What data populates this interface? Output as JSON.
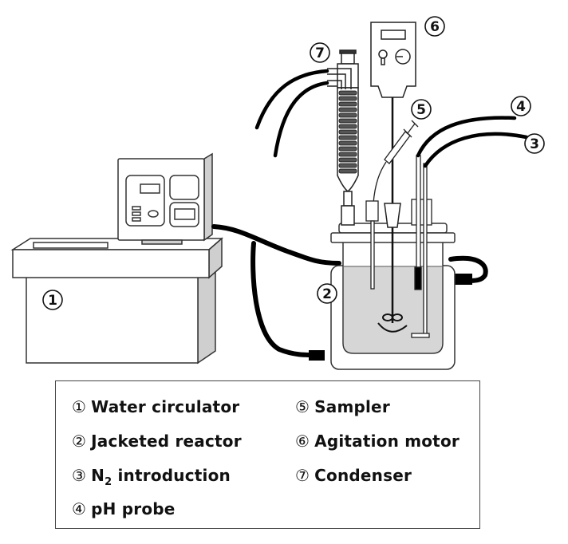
{
  "diagram": {
    "title": "",
    "callouts": {
      "c1": "1",
      "c2": "2",
      "c3": "3",
      "c4": "4",
      "c5": "5",
      "c6": "6",
      "c7": "7"
    },
    "components": [
      {
        "id": 1,
        "name": "Water circulator"
      },
      {
        "id": 2,
        "name": "Jacketed reactor"
      },
      {
        "id": 3,
        "name": "N2 introduction"
      },
      {
        "id": 4,
        "name": "pH probe"
      },
      {
        "id": 5,
        "name": "Sampler"
      },
      {
        "id": 6,
        "name": "Agitation motor"
      },
      {
        "id": 7,
        "name": "Condenser"
      }
    ],
    "colors": {
      "line": "#111111",
      "liquid": "#d6d6d6",
      "shade": "#c8c8c8",
      "tube": "#000000"
    }
  },
  "legend": {
    "items": [
      {
        "marker": "①",
        "label": "Water circulator"
      },
      {
        "marker": "②",
        "label": "Jacketed reactor"
      },
      {
        "marker": "③",
        "label_pre": "N",
        "label_sub": "2",
        "label_post": " introduction"
      },
      {
        "marker": "④",
        "label": "pH probe"
      },
      {
        "marker": "⑤",
        "label": "Sampler"
      },
      {
        "marker": "⑥",
        "label": "Agitation motor"
      },
      {
        "marker": "⑦",
        "label": "Condenser"
      }
    ]
  }
}
